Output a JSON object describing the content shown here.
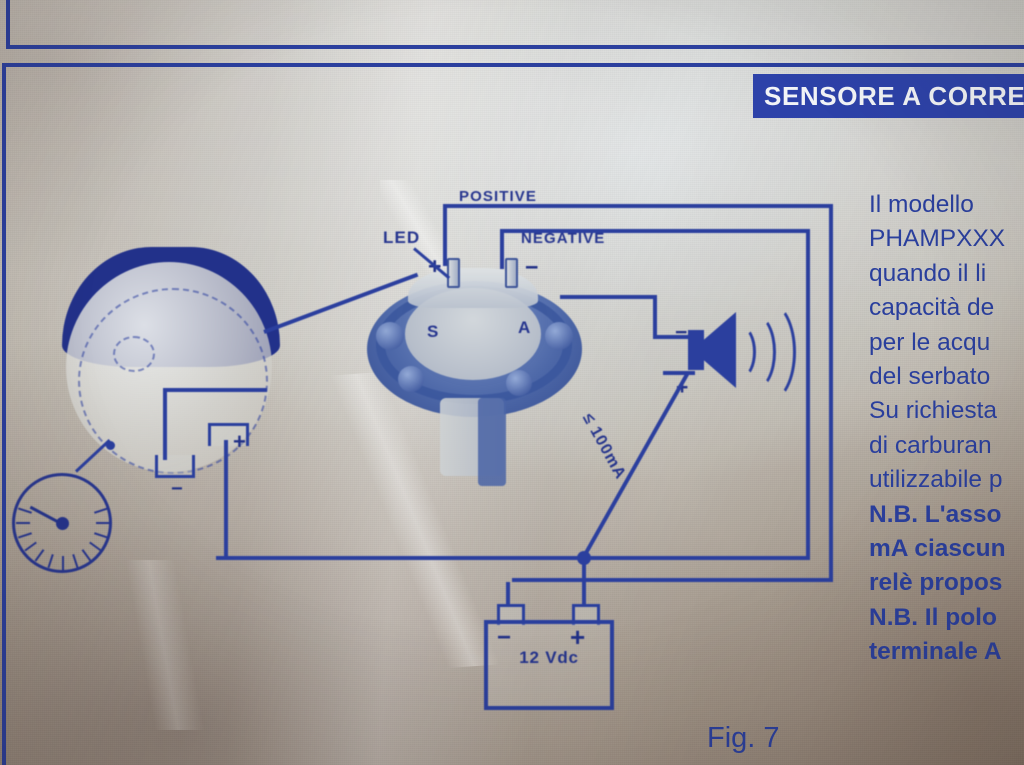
{
  "document": {
    "figure_caption": "Fig. 7",
    "banner_title": "SENSORE A CORRE"
  },
  "body_text": {
    "lines": [
      {
        "text": "Il  modello",
        "bold": false
      },
      {
        "text": "PHAMPXXX",
        "bold": false
      },
      {
        "text": "quando il li",
        "bold": false
      },
      {
        "text": "capacità de",
        "bold": false
      },
      {
        "text": "per le acqu",
        "bold": false
      },
      {
        "text": "del serbato",
        "bold": false
      },
      {
        "text": "Su richiesta",
        "bold": false
      },
      {
        "text": "di carburan",
        "bold": false
      },
      {
        "text": "utilizzabile p",
        "bold": false
      },
      {
        "text": "N.B. L'asso",
        "bold": true
      },
      {
        "text": "mA ciascun",
        "bold": true
      },
      {
        "text": "relè propos",
        "bold": true
      },
      {
        "text": "N.B. Il polo",
        "bold": true
      },
      {
        "text": "terminale A",
        "bold": true
      }
    ]
  },
  "diagram": {
    "labels": {
      "positive": "POSITIVE",
      "negative": "NEGATIVE",
      "led": "LED",
      "terminal_s": "S",
      "terminal_a": "A",
      "current_limit": "≤ 100mA"
    },
    "battery": {
      "voltage": "12 Vdc",
      "minus": "−",
      "plus": "+"
    },
    "sensor_terminals": {
      "plus": "+",
      "minus": "−"
    },
    "tank_terminals": {
      "plus": "+",
      "minus": "−"
    },
    "speaker_terminals": {
      "minus": "−",
      "plus": "+"
    }
  },
  "colors": {
    "ink_blue": "#2b3f9e",
    "banner_blue": "#2d42a9",
    "banner_text": "#f2f4f7",
    "paper": "#c8c6bf"
  }
}
